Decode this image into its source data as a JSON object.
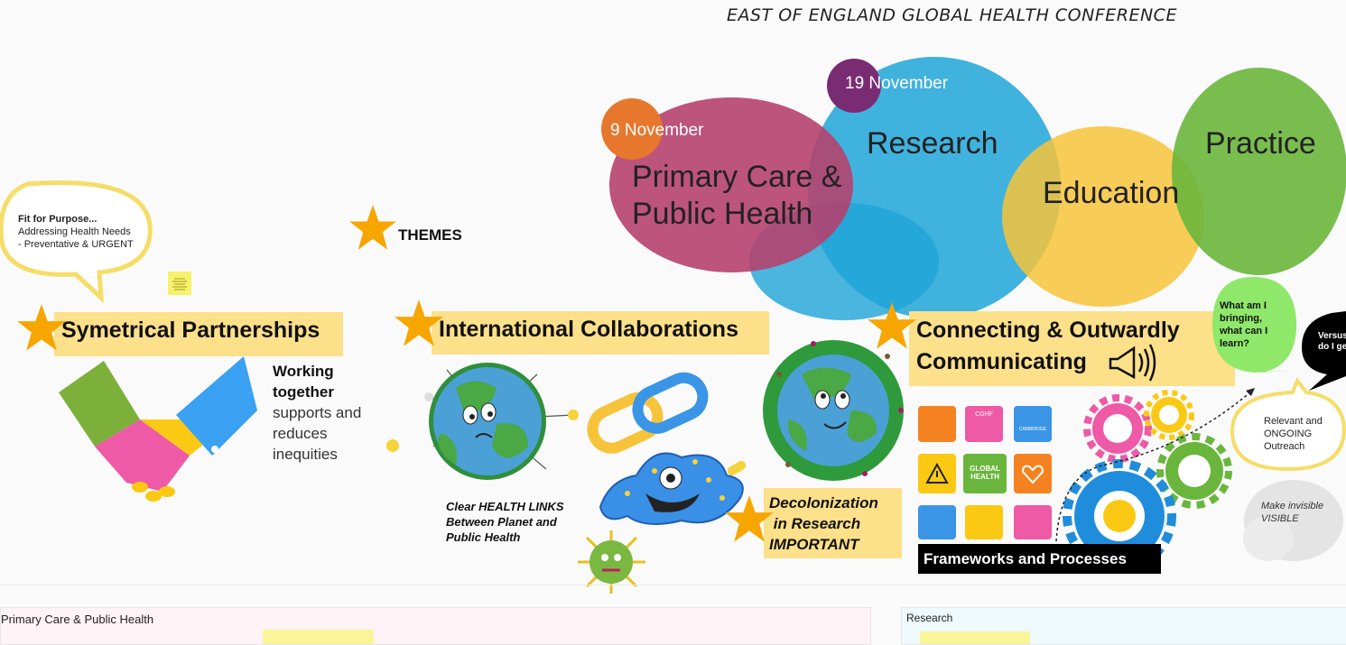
{
  "header": {
    "title": "EAST OF ENGLAND GLOBAL HEALTH CONFERENCE"
  },
  "themes": {
    "primary_care": {
      "label_line1": "Primary Care &",
      "label_line2": "Public Health",
      "date": "9 November",
      "color": "#b5416e",
      "date_color": "#e8772e"
    },
    "research": {
      "label": "Research",
      "date": "19 November",
      "color": "#1ea4d8",
      "date_color": "#7a2c73"
    },
    "education": {
      "label": "Education",
      "color": "#f6c33a"
    },
    "practice": {
      "label": "Practice",
      "color": "#6ab63c"
    }
  },
  "themes_marker": {
    "label": "THEMES"
  },
  "fit_bubble": {
    "line1": "Fit for Purpose...",
    "line2": "Addressing Health Needs",
    "line3": "- Preventative & URGENT"
  },
  "partnerships": {
    "heading": "Symetrical Partnerships",
    "text_bold1": "Working",
    "text_bold2": "together",
    "text_line3": "supports and",
    "text_line4": "reduces",
    "text_line5": "inequities"
  },
  "collaborations": {
    "heading": "International Collaborations",
    "caption1": "Clear HEALTH LINKS",
    "caption2": "Between Planet and",
    "caption3": "Public Health"
  },
  "connecting": {
    "heading_line1": "Connecting & Outwardly",
    "heading_line2": "Communicating"
  },
  "decolonization": {
    "line1": "Decolonization",
    "line2": " in Research",
    "line3": "IMPORTANT"
  },
  "frameworks": {
    "label": "Frameworks and Processes",
    "puzzle_texts": {
      "cghf": "CGHF",
      "global_health": "GLOBAL HEALTH",
      "cambridge": "CAMBRIDGE"
    }
  },
  "what_am_i": {
    "line1": "What am I",
    "line2": "bringing,",
    "line3": "what can I",
    "line4": "learn?"
  },
  "versus": {
    "line1": "Versus",
    "line2": "do I ge"
  },
  "relevant": {
    "line1": "Relevant and",
    "line2": "ONGOING",
    "line3": "Outreach"
  },
  "invisible": {
    "line1": "Make invisible",
    "line2": "VISIBLE"
  },
  "bottom_panels": {
    "primary": {
      "label": "Primary Care & Public Health",
      "color": "#fff3f8"
    },
    "research": {
      "label": "Research",
      "color": "#eefafd"
    }
  }
}
